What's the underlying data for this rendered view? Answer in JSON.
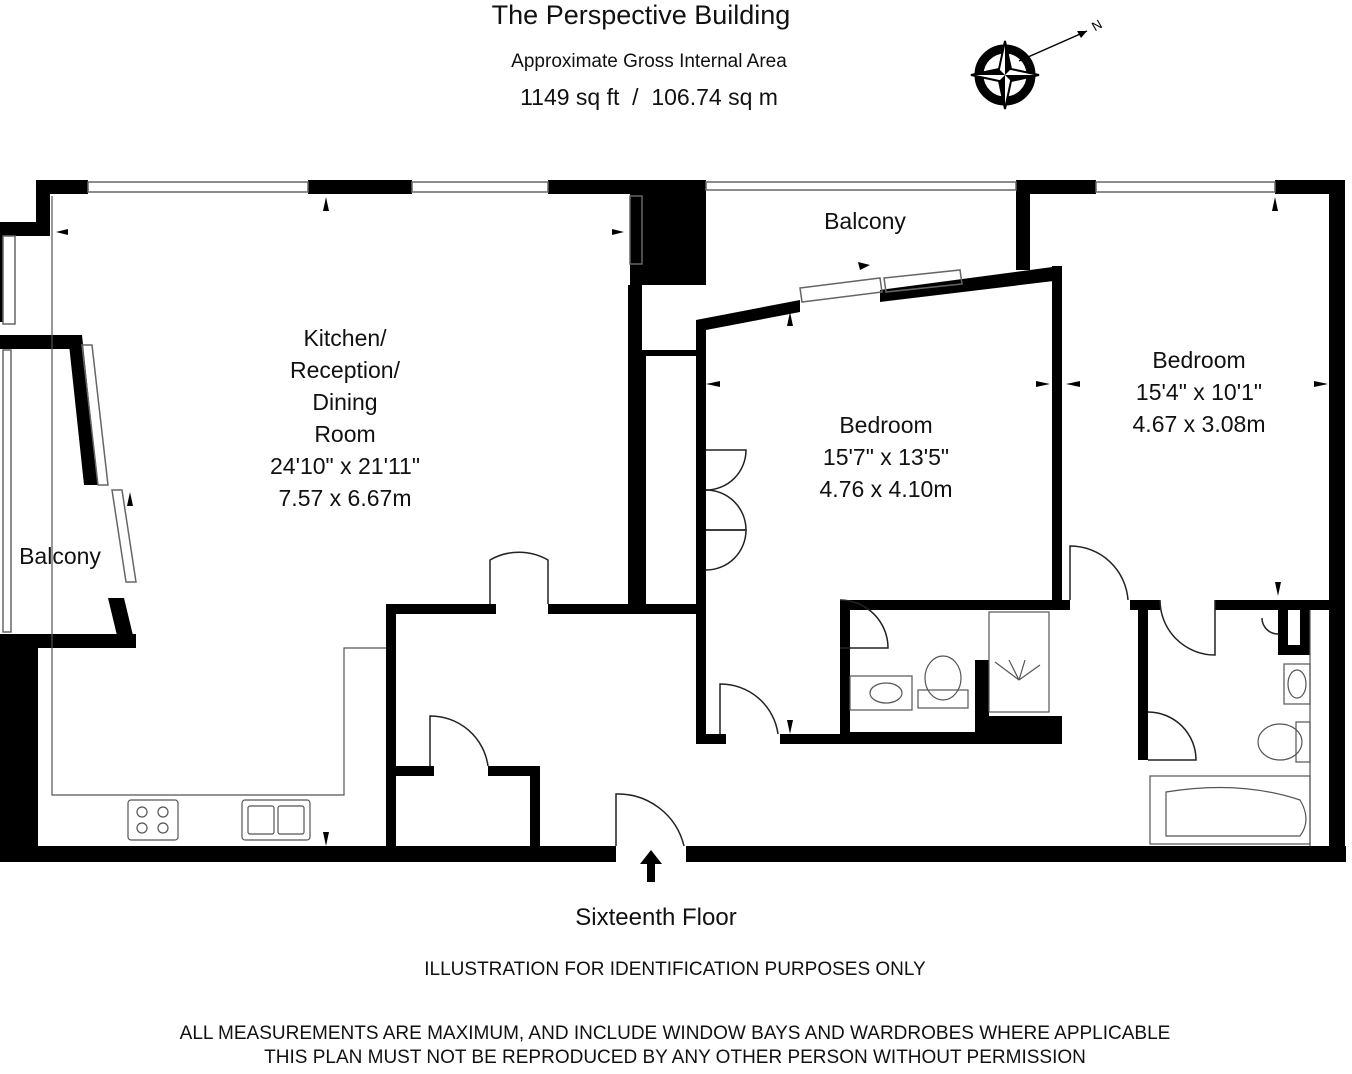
{
  "header": {
    "title": "The Perspective Building",
    "subtitle": "Approximate Gross Internal Area",
    "area": "1149 sq ft  /  106.74 sq m"
  },
  "compass": {
    "icon": "compass-north-icon",
    "north_label": "N"
  },
  "rooms": {
    "kitchen": {
      "name_lines": [
        "Kitchen/",
        "Reception/",
        "Dining",
        "Room"
      ],
      "imperial": "24'10\" x 21'11\"",
      "metric": "7.57 x 6.67m"
    },
    "bedroom_1": {
      "name": "Bedroom",
      "imperial": "15'7\" x 13'5\"",
      "metric": "4.76 x 4.10m"
    },
    "bedroom_2": {
      "name": "Bedroom",
      "imperial": "15'4\" x 10'1\"",
      "metric": "4.67 x 3.08m"
    },
    "balcony_top": {
      "name": "Balcony"
    },
    "balcony_left": {
      "name": "Balcony"
    }
  },
  "entrance": {
    "icon": "entrance-arrow-icon"
  },
  "floor_label": "Sixteenth Floor",
  "footer": {
    "disclaimer_1": "ILLUSTRATION FOR IDENTIFICATION PURPOSES ONLY",
    "disclaimer_2": "ALL MEASUREMENTS ARE MAXIMUM, AND INCLUDE WINDOW BAYS AND WARDROBES WHERE APPLICABLE",
    "disclaimer_3": "THIS PLAN MUST NOT BE REPRODUCED BY ANY OTHER PERSON WITHOUT PERMISSION"
  },
  "colors": {
    "wall": "#000000",
    "background": "#ffffff",
    "fixture_line": "#444444",
    "window_line": "#888888"
  }
}
